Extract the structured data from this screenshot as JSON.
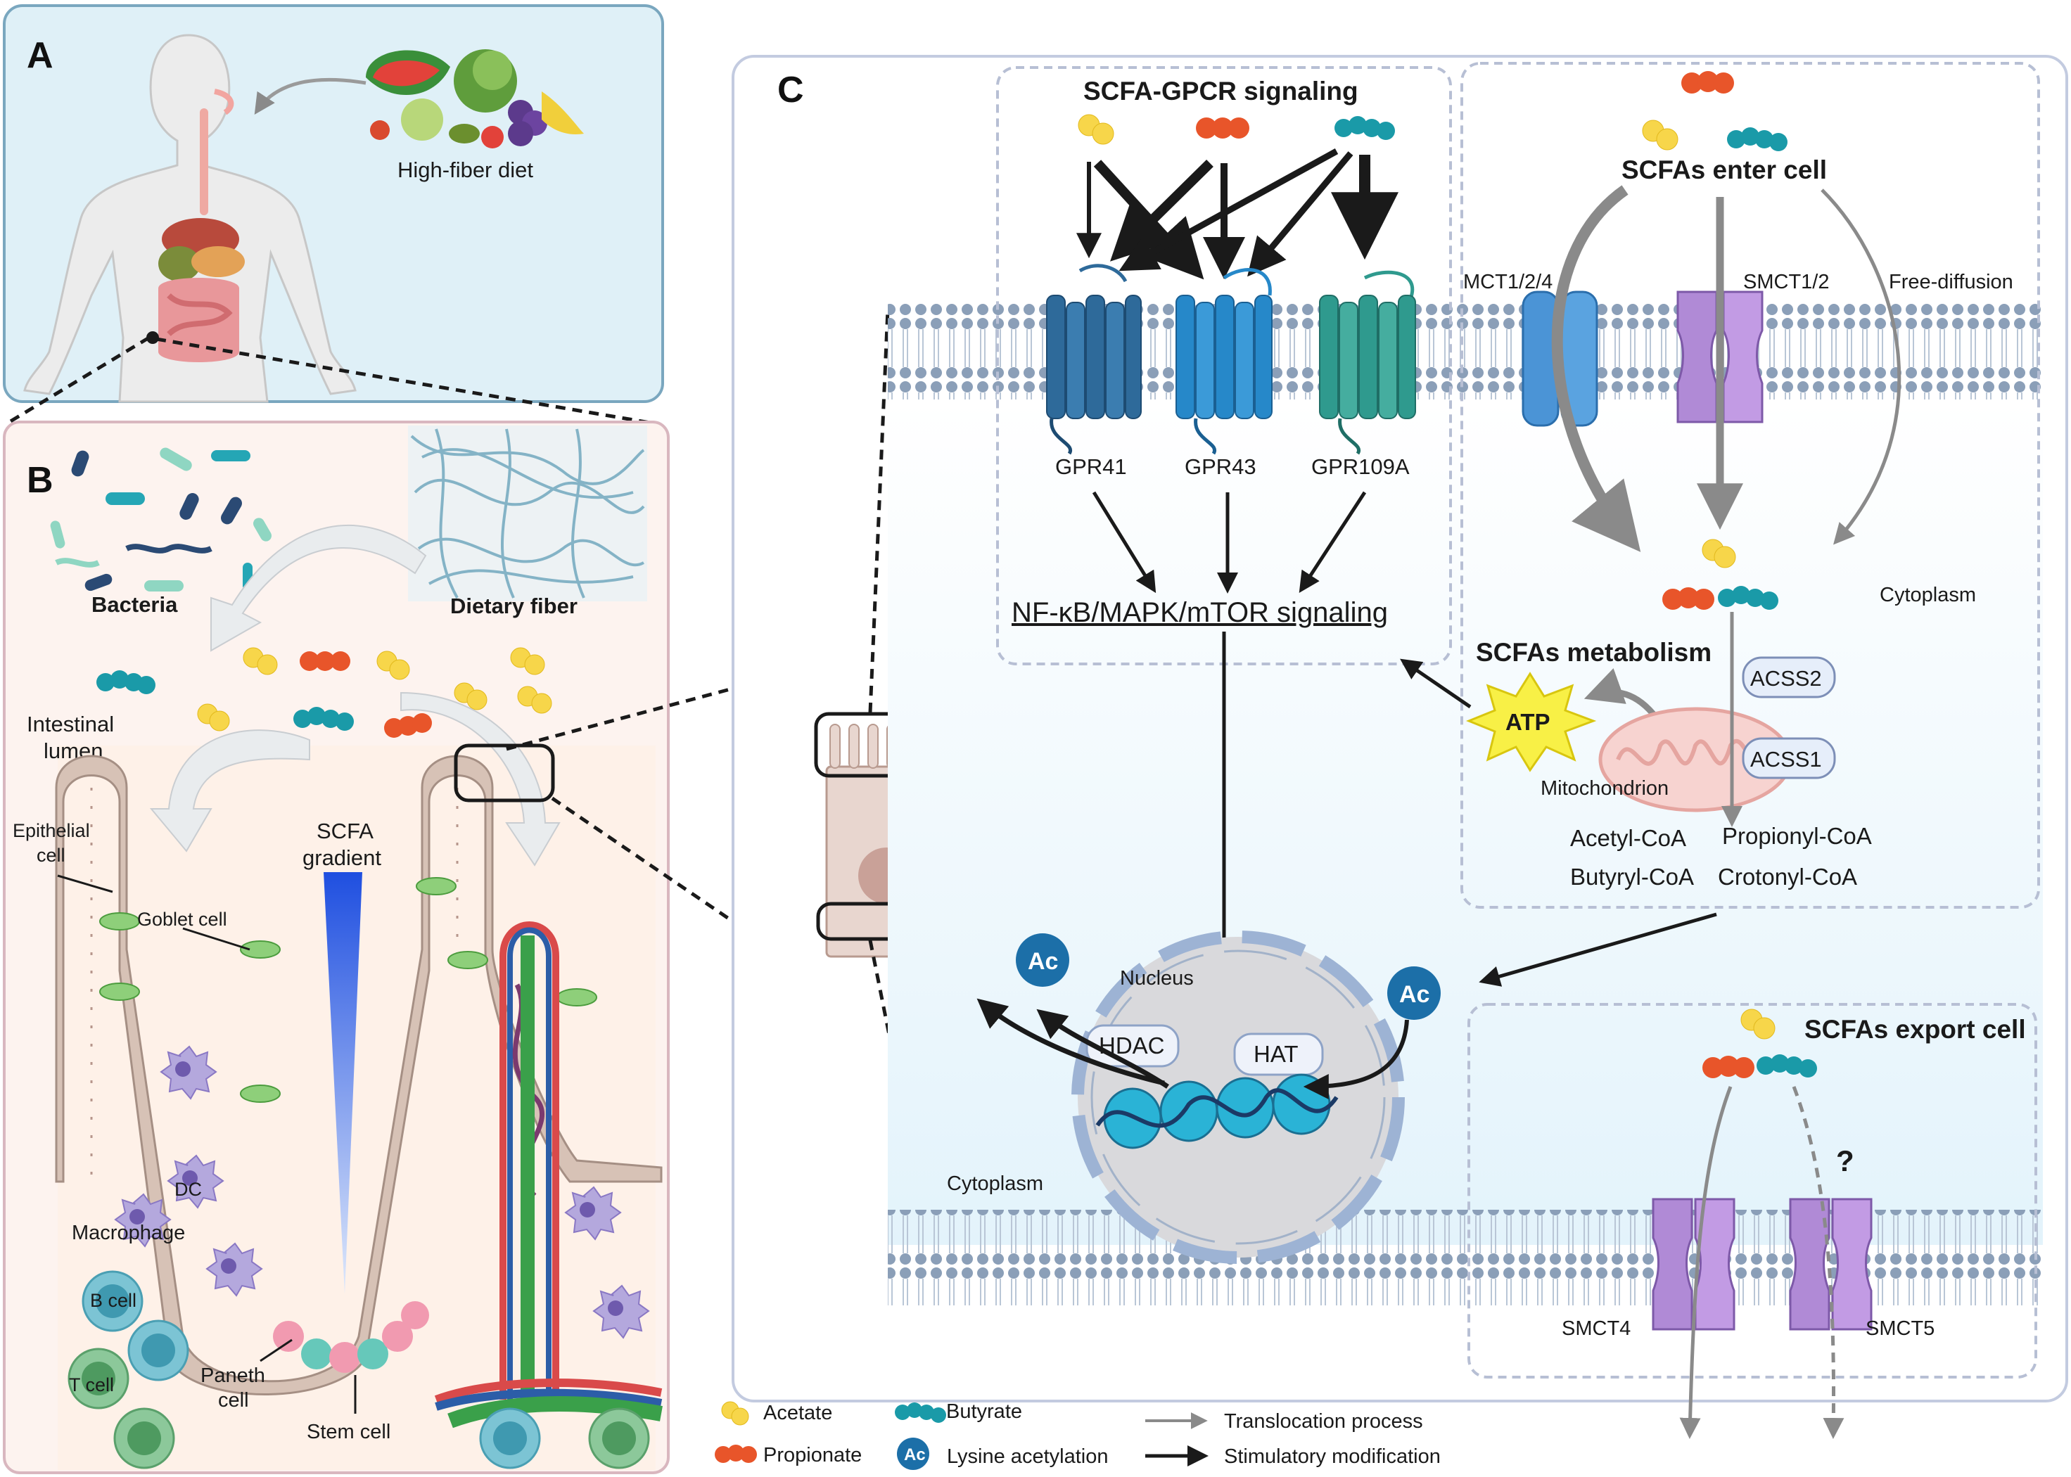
{
  "panels": {
    "a": {
      "letter": "A",
      "diet_label": "High-fiber diet"
    },
    "b": {
      "letter": "B",
      "bacteria": "Bacteria",
      "dietary_fiber": "Dietary fiber",
      "lumen": [
        "Intestinal",
        "lumen"
      ],
      "epithelial": [
        "Epithelial",
        "cell"
      ],
      "goblet": "Goblet cell",
      "gradient": [
        "SCFA",
        "gradient"
      ],
      "dc": "DC",
      "macrophage": "Macrophage",
      "b_cell": "B cell",
      "t_cell": "T cell",
      "paneth": [
        "Paneth",
        "cell"
      ],
      "stem": "Stem cell"
    },
    "c": {
      "letter": "C",
      "gpcr_title": "SCFA-GPCR signaling",
      "receptors": [
        "GPR41",
        "GPR43",
        "GPR109A"
      ],
      "signaling": "NF-κB/MAPK/mTOR signaling",
      "enter_title": "SCFAs enter cell",
      "transporters": [
        "MCT1/2/4",
        "SMCT1/2",
        "Free-diffusion"
      ],
      "cytoplasm": "Cytoplasm",
      "metabolism_title": "SCFAs metabolism",
      "atp": "ATP",
      "enzymes": [
        "ACSS2",
        "ACSS1"
      ],
      "mitochondrion": "Mitochondrion",
      "coa": [
        "Acetyl-CoA",
        "Propionyl-CoA",
        "Butyryl-CoA",
        "Crotonyl-CoA"
      ],
      "nucleus": "Nucleus",
      "hdac": "HDAC",
      "hat": "HAT",
      "ac": "Ac",
      "export_title": "SCFAs export cell",
      "export_unknown": "?",
      "export_transporters": [
        "SMCT4",
        "SMCT5"
      ]
    }
  },
  "legend": {
    "acetate": "Acetate",
    "propionate": "Propionate",
    "butyrate": "Butyrate",
    "ac": "Ac",
    "lysine": "Lysine acetylation",
    "translocation": "Translocation process",
    "stimulatory": "Stimulatory modification"
  },
  "colors": {
    "acetate": "#f7d64a",
    "propionate": "#e8552a",
    "butyrate": "#1a9aa8",
    "panel_a_bg": "#dff0f7",
    "panel_b_bg": "#fdf3ef",
    "receptor_41": "#2e6a9a",
    "receptor_43": "#2688c9",
    "receptor_109a": "#2f9a8e",
    "mct": "#4b94d6",
    "smct": "#b08ad6",
    "ac_badge": "#1c6fa8"
  }
}
